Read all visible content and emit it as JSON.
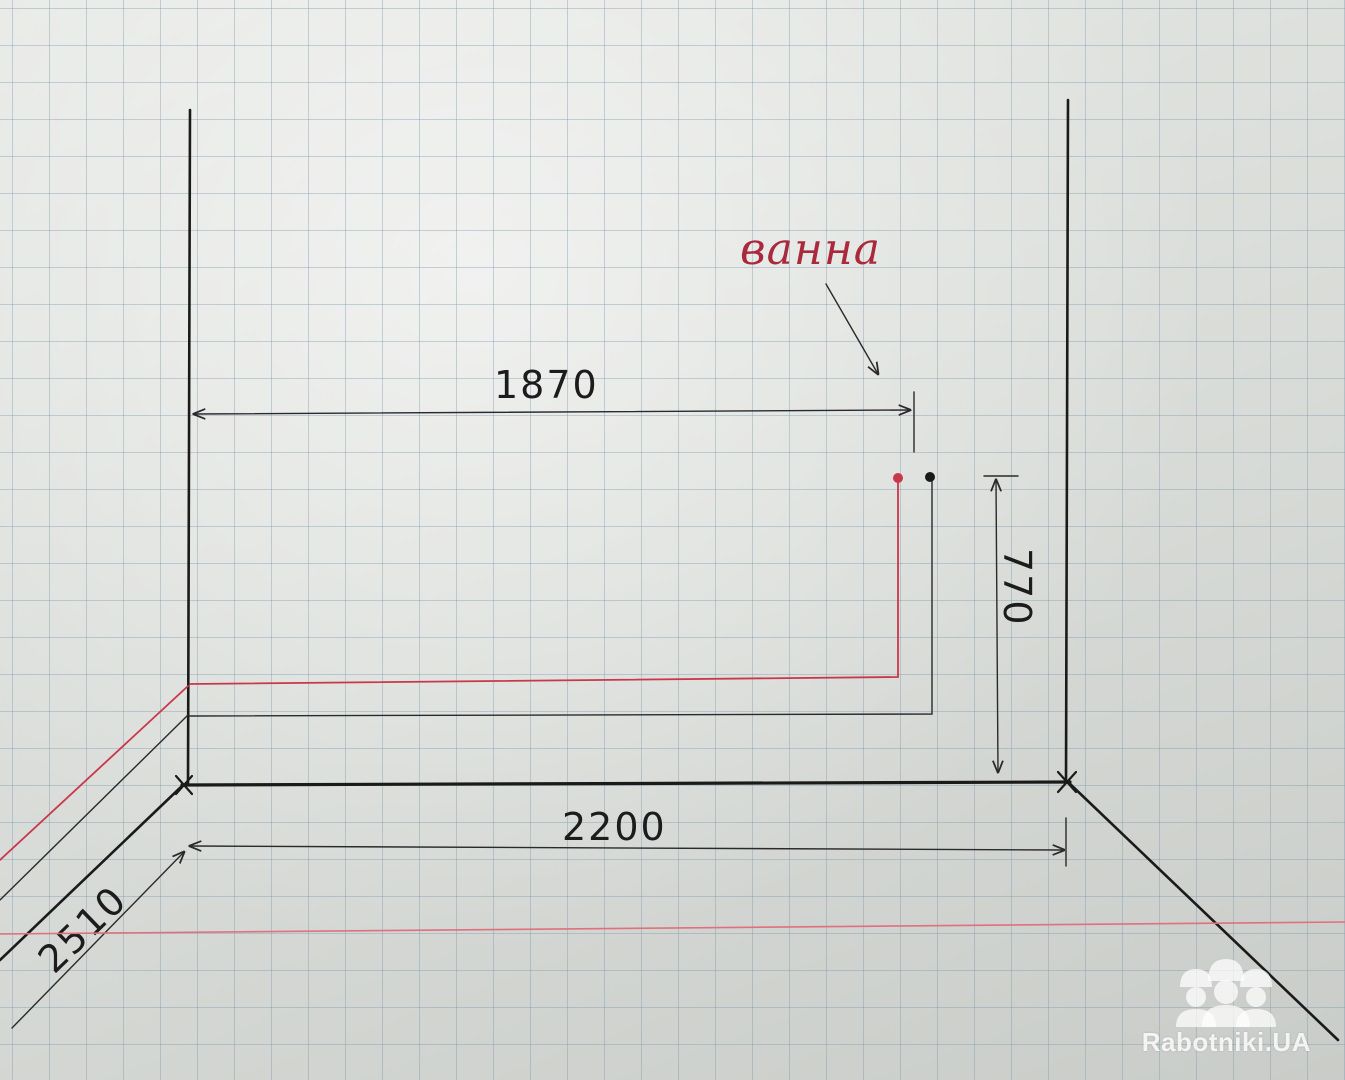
{
  "diagram": {
    "label_bath": "ванна",
    "dim_top_width": "1870",
    "dim_pipe_height": "770",
    "dim_wall_width": "2200",
    "dim_side_wall": "2510"
  },
  "watermark": {
    "text": "Rabotniki.UA",
    "icon": "workers-helmet-logo"
  },
  "colors": {
    "ink": "#1a1a1a",
    "red_ink": "#c8384a",
    "paper": "#dfe2df",
    "grid": "#7896aa"
  }
}
